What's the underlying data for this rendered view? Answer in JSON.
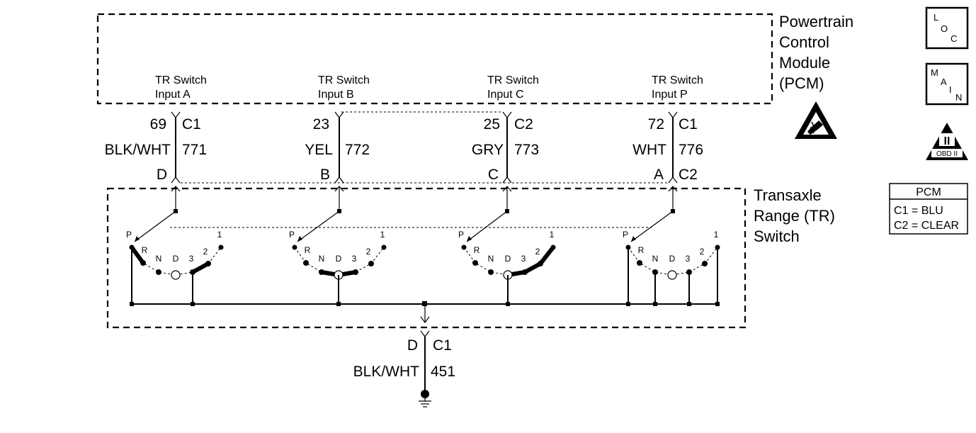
{
  "pcm": {
    "title_lines": [
      "Powertrain",
      "Control",
      "Module",
      "(PCM)"
    ],
    "inputs": [
      {
        "name_line1": "TR Switch",
        "name_line2": "Input A",
        "pin": "69",
        "connector": "C1",
        "color": "BLK/WHT",
        "circuit": "771",
        "sw_terminal": "D"
      },
      {
        "name_line1": "TR Switch",
        "name_line2": "Input B",
        "pin": "23",
        "connector": "",
        "color": "YEL",
        "circuit": "772",
        "sw_terminal": "B"
      },
      {
        "name_line1": "TR Switch",
        "name_line2": "Input C",
        "pin": "25",
        "connector": "C2",
        "color": "GRY",
        "circuit": "773",
        "sw_terminal": "C"
      },
      {
        "name_line1": "TR Switch",
        "name_line2": "Input P",
        "pin": "72",
        "connector": "C1",
        "color": "WHT",
        "circuit": "776",
        "sw_terminal": "A",
        "sw_connector": "C2"
      }
    ]
  },
  "tr_switch": {
    "title_lines": [
      "Transaxle",
      "Range (TR)",
      "Switch"
    ],
    "positions": [
      "P",
      "R",
      "N",
      "D",
      "3",
      "2",
      "1"
    ]
  },
  "ground": {
    "terminal": "D",
    "connector": "C1",
    "color": "BLK/WHT",
    "circuit": "451"
  },
  "side_icons": {
    "loc": [
      "L",
      "O",
      "C"
    ],
    "main": [
      "M",
      "A",
      "I",
      "N"
    ],
    "obd": {
      "roman": "II",
      "label": "OBD II"
    }
  },
  "connector_legend": {
    "title": "PCM",
    "rows": [
      "C1 = BLU",
      "C2 = CLEAR"
    ]
  }
}
